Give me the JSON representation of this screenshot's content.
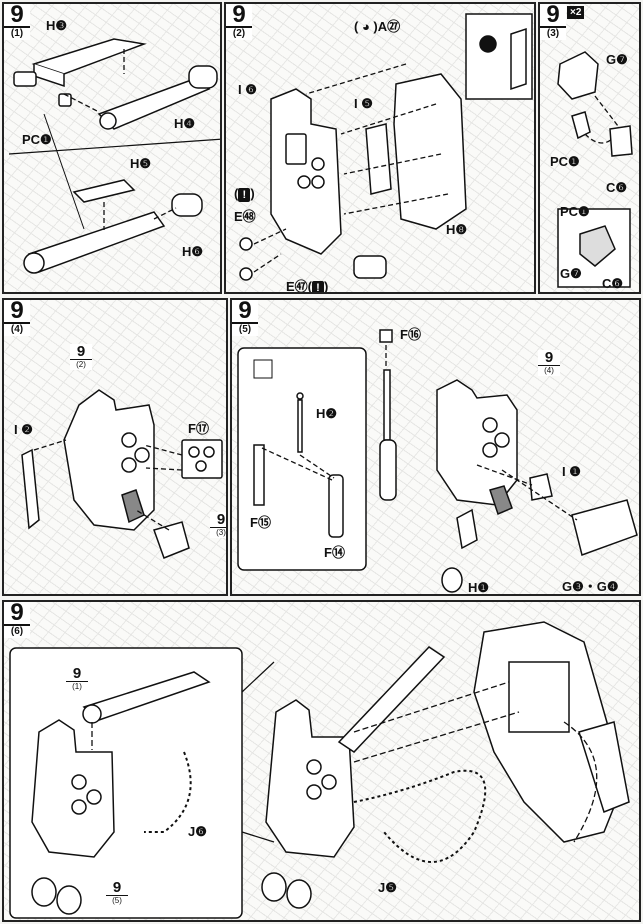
{
  "steps": {
    "s1": {
      "num": "9",
      "sub": "(1)",
      "labels": {
        "h3": "H❸",
        "h4": "H❹",
        "pc": "PC❶",
        "h5": "H❺",
        "h6": "H❻"
      }
    },
    "s2": {
      "num": "9",
      "sub": "(2)",
      "labels": {
        "a": "( ◕ )A㉗",
        "i6": "I ❻",
        "i5": "I ❺",
        "h8": "H❽",
        "e48": "E㊽",
        "e47": "E㊼(",
        "e47close": ")"
      }
    },
    "s3": {
      "num": "9",
      "sub": "(3)",
      "badge": "×2",
      "labels": {
        "g7a": "G❼",
        "pc1": "PC❶",
        "c6a": "C❻",
        "pc2": "PC❶",
        "g7b": "G❼",
        "c6b": "C❻"
      }
    },
    "s4": {
      "num": "9",
      "sub": "(4)",
      "labels": {
        "i2": "I ❷",
        "f17": "F⑰"
      },
      "refs": {
        "r2": {
          "n": "9",
          "s": "(2)"
        },
        "r3": {
          "n": "9",
          "s": "(3)"
        }
      }
    },
    "s5": {
      "num": "9",
      "sub": "(5)",
      "labels": {
        "f16": "F⑯",
        "h2": "H❷",
        "f15": "F⑮",
        "f14": "F⑭",
        "i1": "I ❶",
        "g34": "G❸・G❹",
        "h1": "H❶"
      },
      "refs": {
        "r4": {
          "n": "9",
          "s": "(4)"
        }
      }
    },
    "s6": {
      "num": "9",
      "sub": "(6)",
      "labels": {
        "j6": "J❻",
        "j5": "J❺"
      },
      "refs": {
        "r1": {
          "n": "9",
          "s": "(1)"
        },
        "r5": {
          "n": "9",
          "s": "(5)"
        }
      }
    }
  },
  "icons": [
    "alert-icon",
    "glue-icon",
    "cut-icon",
    "sticker-icon"
  ]
}
